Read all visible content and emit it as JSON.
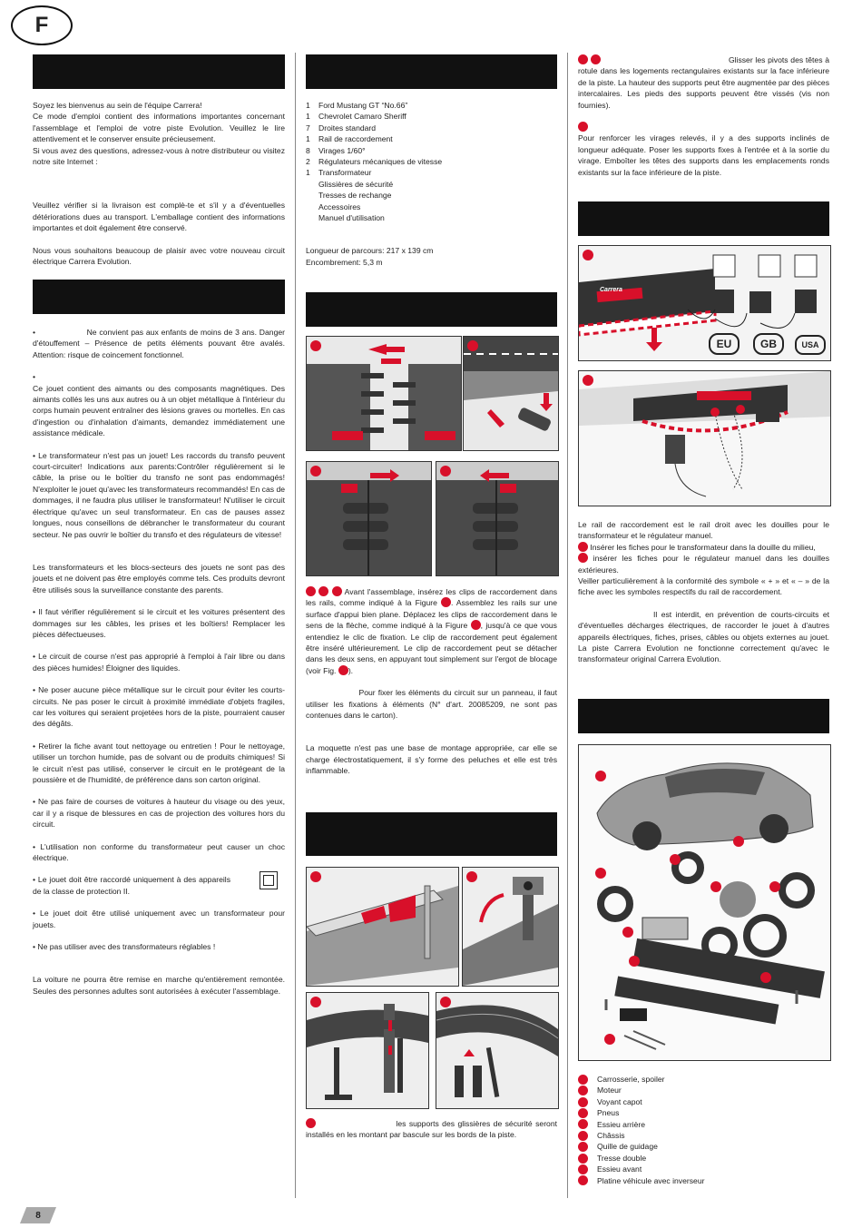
{
  "page": {
    "lang_badge": "F",
    "page_number": "8"
  },
  "col1": {
    "intro": [
      "Soyez les bienvenus au sein de l'équipe Carrera!",
      "Ce mode d'emploi contient des informations importantes concernant l'assemblage et l'emploi de votre piste Evolution. Veuillez le lire attentivement et le conserver ensuite précieusement.",
      "Si vous avez des questions, adressez-vous à notre distributeur ou visitez notre site Internet :"
    ],
    "intro2": "Veuillez vérifier si la livraison est complè-te et s'il y a d'éventuelles détériorations dues au transport. L'emballage contient des informations importantes et doit également être conservé.",
    "intro3": "Nous vous souhaitons beaucoup de plaisir avec votre nouveau circuit électrique Carrera Evolution.",
    "safety1": "•                    Ne convient pas aux enfants de moins de 3 ans. Danger d'étouffement – Présence de petits éléments pouvant être avalés. Attention: risque de coincement fonctionnel.",
    "safety2_bullet": "•",
    "safety2": "Ce jouet contient des aimants ou des composants magnétiques. Des aimants collés les uns aux autres ou à un objet métallique à l'intérieur du corps humain peuvent entraîner des lésions graves ou mortelles. En cas d'ingestion ou d'inhalation d'aimants, demandez immédiatement une assistance médicale.",
    "safety3": "• Le transformateur n'est pas un jouet! Les raccords du transfo peuvent court-circuiter! Indications aux parents:Contrôler régulièrement si le câble, la prise ou le boîtier du transfo ne sont pas endommagés! N'exploiter le jouet qu'avec les transformateurs recommandés! En cas de dommages, il ne faudra plus utiliser le transformateur! N'utiliser le circuit électrique qu'avec un seul transformateur. En cas de pauses assez longues, nous conseillons de débrancher le transformateur du courant secteur. Ne pas ouvrir le boîtier du transfo et des régulateurs de vitesse!",
    "safety4": "Les transformateurs et les blocs-secteurs des jouets ne sont pas des jouets et ne doivent pas être employés comme tels. Ces produits devront être utilisés sous la surveillance constante des parents.",
    "safety5": "• Il faut vérifier régulièrement si le circuit et les voitures présentent des dommages sur les câbles, les prises et les boîtiers! Remplacer les pièces défectueuses.",
    "safety6": "• Le circuit de course n'est pas approprié à l'emploi à l'air libre ou dans des pièces humides! Éloigner des liquides.",
    "safety7": "• Ne poser aucune pièce métallique sur le circuit pour éviter les courts-circuits. Ne pas poser le circuit à proximité immédiate d'objets fragiles, car les voitures qui seraient projetées hors de la piste, pourraient causer des dégâts.",
    "safety8": "• Retirer la fiche avant tout nettoyage ou entretien ! Pour le nettoyage, utiliser un torchon humide, pas de solvant ou de produits chimiques! Si le circuit n'est pas utilisé, conserver le circuit en le protégeant de la poussière et de l'humidité, de préférence dans son carton original.",
    "safety9": "• Ne pas faire de courses de voitures à hauteur du visage ou des yeux, car il y a risque de blessures en cas de projection des voitures hors du circuit.",
    "safety10": "• L'utilisation non conforme du transformateur peut causer un choc électrique.",
    "safety11": "• Le jouet doit être raccordé uniquement à des appareils de la classe de protection II.",
    "safety12": "• Le jouet doit être utilisé uniquement avec un transformateur pour jouets.",
    "safety13": "• Ne pas utiliser avec des transformateurs réglables !",
    "safety14": "La voiture ne pourra être remise en marche qu'entièrement remontée. Seules des personnes adultes sont autorisées à exécuter l'assemblage."
  },
  "col2": {
    "contents": [
      {
        "qty": "1",
        "item": "Ford Mustang GT “No.66”"
      },
      {
        "qty": "1",
        "item": "Chevrolet Camaro Sheriff"
      },
      {
        "qty": "7",
        "item": "Droites standard"
      },
      {
        "qty": "1",
        "item": "Rail de raccordement"
      },
      {
        "qty": "8",
        "item": "Virages 1/60°"
      },
      {
        "qty": "2",
        "item": "Régulateurs mécaniques de vitesse"
      },
      {
        "qty": "1",
        "item": "Transformateur"
      },
      {
        "qty": "",
        "item": "Glissières de sécurité"
      },
      {
        "qty": "",
        "item": "Tresses de rechange"
      },
      {
        "qty": "",
        "item": "Accessoires"
      },
      {
        "qty": "",
        "item": "Manuel d'utilisation"
      }
    ],
    "length": "Longueur de parcours: 217 x 139 cm",
    "footprint": "Encombrement: 5,3 m",
    "assembly_a": " Avant l'assemblage, insérez les clips de raccordement dans les rails, comme indiqué à la Figure ",
    "assembly_b": ". Assemblez les rails sur une surface d'appui bien plane. Déplacez les clips de raccordement dans le sens de la flèche, comme indiqué à la Figure ",
    "assembly_c": ", jusqu'à ce que vous entendiez le clic de fixation. Le clip de raccordement peut également être inséré ultérieurement. Le clip de raccordement peut se détacher dans les deux sens, en appuyant tout simplement sur l'ergot de blocage (voir Fig. ",
    "assembly_d": ").",
    "panel_note": "                   Pour fixer les éléments du circuit sur un panneau, il faut utiliser les fixations à éléments (N° d'art. 20085209, ne sont pas contenues dans le carton).",
    "carpet_note": "La moquette n'est pas une base de montage appropriée, car elle se charge électrostatiquement, il s'y forme des peluches et elle est très inflammable.",
    "guardrail_note": "                          les supports des glissières de sécurité seront installés en les montant par bascule sur les bords de la piste."
  },
  "col3": {
    "pivot_note": "                                                    Glisser les pivots des têtes à rotule dans les logements rectangulaires existants sur la face inférieure de la piste. La hauteur des supports peut être augmentée par des pièces intercalaires. Les pieds des supports peuvent être vissés (vis non fournies).",
    "banked_note": "Pour renforcer les virages relevés, il y a des supports inclinés de longueur adéquate. Poser les supports fixes à l'entrée et à la sortie du virage. Emboîter les têtes des supports dans les emplacements ronds existants sur la face inférieure de la piste.",
    "region_labels": [
      "EU",
      "GB",
      "USA"
    ],
    "brand_logo": "Carrera",
    "connection_intro": "Le rail de raccordement est le rail droit avec les douilles pour le transformateur et le régulateur manuel.",
    "connection_a": " Insérer les fiches pour le transformateur dans la douille du milieu,",
    "connection_b": " insérer les fiches pour le régulateur manuel dans les douilles extérieures.",
    "connection_c": "Veiller particulièrement à la conformité des symbole « + » et « – » de la fiche avec les symboles respectifs du rail de raccordement.",
    "warning": "                   Il est interdit, en prévention de courts-circuits et d'éventuelles décharges électriques, de raccorder le jouet à d'autres appareils électriques, fiches, prises, câbles ou objets externes au jouet. La piste Carrera Evolution ne fonctionne correctement qu'avec le transformateur original Carrera Evolution.",
    "parts": [
      "Carrosserie, spoiler",
      "Moteur",
      "Voyant capot",
      "Pneus",
      "Essieu arrière",
      "Châssis",
      "Quille de guidage",
      "Tresse double",
      "Essieu avant",
      "Platine véhicule avec inverseur"
    ]
  },
  "colors": {
    "accent": "#d8102a",
    "bar": "#111111"
  }
}
